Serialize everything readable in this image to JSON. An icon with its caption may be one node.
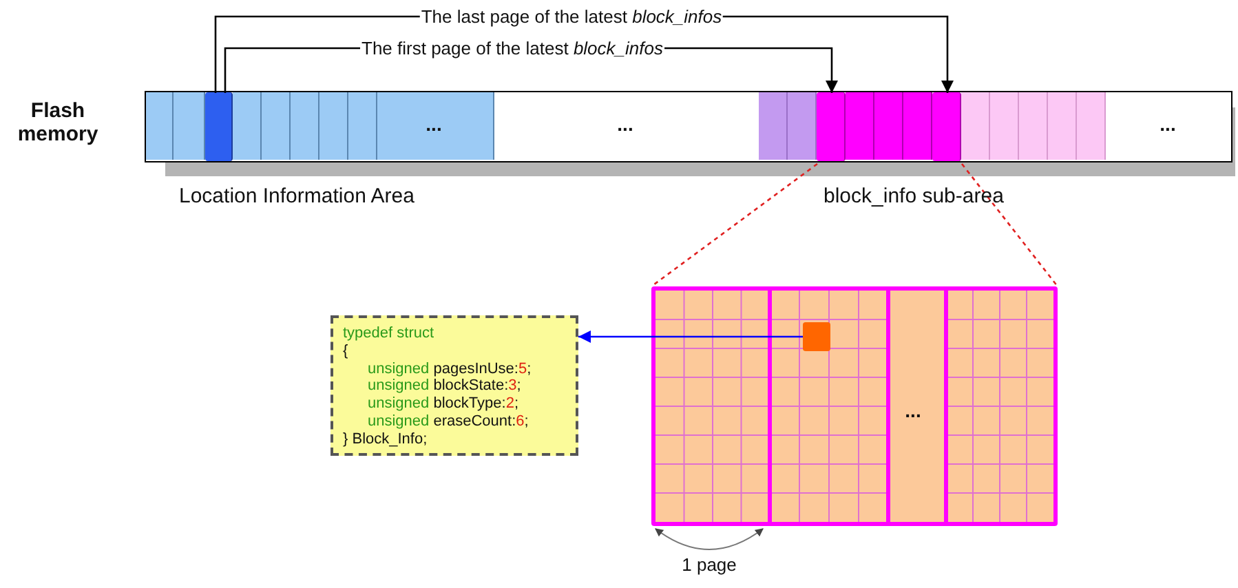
{
  "diagram": {
    "nodes": [
      {
        "text": [],
        "shape": "bar"
      },
      {
        "text": [],
        "shape": "box",
        "in": 0
      },
      {
        "text": [],
        "shape": "box",
        "in": 0
      },
      {
        "text": [],
        "shape": "box",
        "in": 0
      },
      {
        "text": [],
        "shape": "box"
      },
      {
        "text": [],
        "shape": "box",
        "in": 4
      },
      {
        "text": [
          "typedef struct",
          "{",
          "unsigned pagesInUse:5;",
          "unsigned blockState:3;",
          "unsigned blockType:2;",
          "unsigned eraseCount:6;",
          "} Block_Info;"
        ]
      }
    ],
    "edges": [
      {
        "from": 1,
        "to": 3,
        "arrow": "to",
        "label": "The last page of the latest *block_infos*"
      },
      {
        "from": 1,
        "to": 2,
        "arrow": "to",
        "label": "The first page of the latest *block_infos*"
      },
      {
        "from": 5,
        "to": 6,
        "arrow": "to",
        "color": "#0000ff"
      },
      {
        "from": 2,
        "to": 4,
        "arrow": "none",
        "style": "dashed",
        "color": "#e02020"
      },
      {
        "from": 3,
        "to": 4,
        "arrow": "none",
        "style": "dashed",
        "color": "#e02020"
      }
    ],
    "labels": [
      "Flash memory",
      "...",
      "...",
      "...",
      "Location Information Area",
      "block_info sub-area",
      "...",
      "1 page"
    ]
  }
}
